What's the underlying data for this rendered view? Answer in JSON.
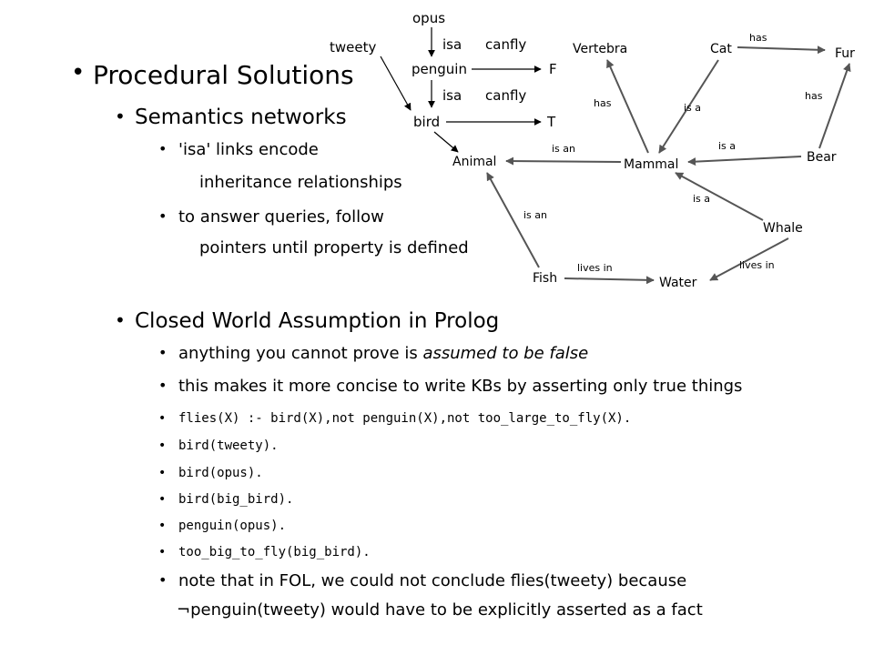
{
  "slide": {
    "heading": "Procedural Solutions",
    "sections": [
      {
        "title": "Semantics networks",
        "bullets": [
          {
            "text": "'isa' links encode",
            "cont": "inheritance relationships"
          },
          {
            "text": "to answer queries, follow",
            "cont": "pointers until property is defined"
          }
        ]
      },
      {
        "title": "Closed World Assumption in Prolog",
        "bullets": [
          {
            "pre": "anything you cannot prove is ",
            "em": "assumed to be false"
          },
          {
            "text": "this makes it more concise to write KBs by asserting only true things"
          },
          {
            "code": "flies(X) :- bird(X),not penguin(X),not too_large_to_fly(X)."
          },
          {
            "code": "bird(tweety)."
          },
          {
            "code": "bird(opus)."
          },
          {
            "code": "bird(big_bird)."
          },
          {
            "code": "penguin(opus)."
          },
          {
            "code": "too_big_to_fly(big_bird)."
          },
          {
            "text": "note that in FOL, we could not conclude flies(tweety) because",
            "cont_symbol": "¬",
            "cont": "penguin(tweety) would have to be explicitly asserted as a fact"
          }
        ]
      }
    ],
    "bullet_char": "•"
  },
  "isa_diagram": {
    "nodes": {
      "opus": "opus",
      "tweety": "tweety",
      "penguin": "penguin",
      "bird": "bird",
      "f": "F",
      "t": "T"
    },
    "labels": {
      "isa_1": "isa",
      "canfly_1": "canfly",
      "isa_2": "isa",
      "canfly_2": "canfly"
    }
  },
  "semantic_net": {
    "nodes": {
      "vertebra": "Vertebra",
      "cat": "Cat",
      "fur": "Fur",
      "animal": "Animal",
      "mammal": "Mammal",
      "bear": "Bear",
      "whale": "Whale",
      "fish": "Fish",
      "water": "Water"
    },
    "edges": {
      "cat_fur": "has",
      "mammal_vertebra": "has",
      "cat_mammal": "is a",
      "bear_fur": "has",
      "mammal_animal": "is an",
      "bear_mammal": "is a",
      "whale_mammal": "is a",
      "fish_animal": "is an",
      "fish_water": "lives in",
      "whale_water": "lives in"
    }
  }
}
